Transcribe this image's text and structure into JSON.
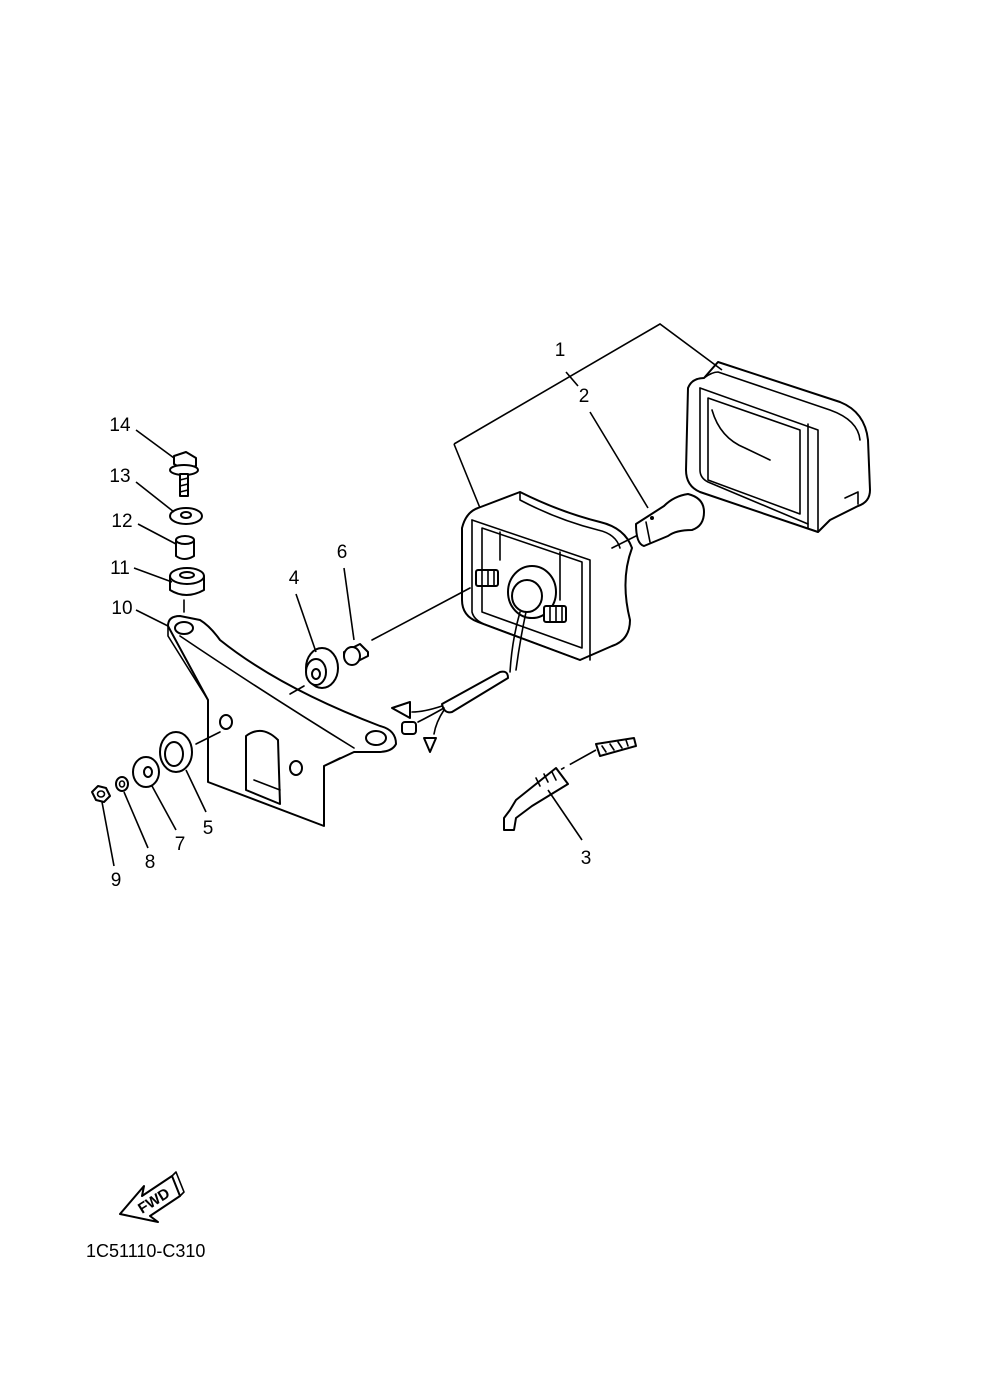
{
  "diagram": {
    "code": "1C51110-C310",
    "fwd_label": "FWD",
    "callouts": [
      "1",
      "2",
      "3",
      "4",
      "5",
      "6",
      "7",
      "8",
      "9",
      "10",
      "11",
      "12",
      "13",
      "14"
    ]
  }
}
